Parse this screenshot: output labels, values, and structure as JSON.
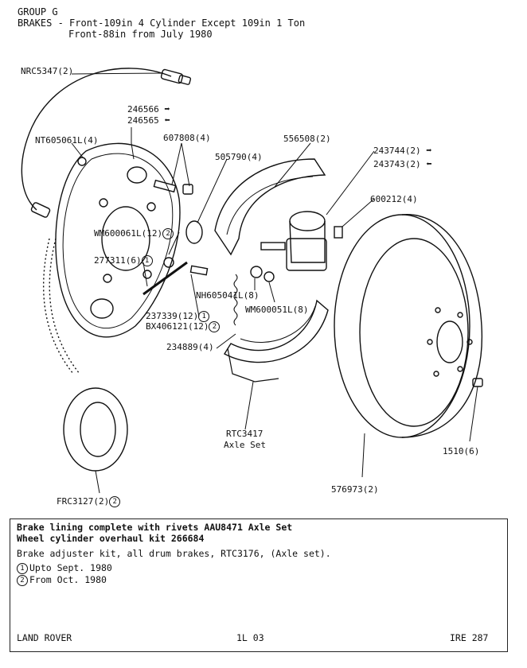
{
  "header": {
    "group": "GROUP G",
    "title_line1": "BRAKES - Front-109in 4 Cylinder Except 109in 1 Ton",
    "title_line2": "Front-88in from July 1980"
  },
  "callouts": {
    "nrc5347": "NRC5347(2)",
    "p246566": "246566",
    "p246565": "246565",
    "nt605061l": "NT605061L(4)",
    "p607808": "607808(4)",
    "p505790": "505790(4)",
    "p556508": "556508(2)",
    "p243744": "243744(2)",
    "p243743": "243743(2)",
    "p600212": "600212(4)",
    "wm600061l": "WM600061L(12)",
    "p277311": "277311(6)",
    "nh605041l": "NH605041L(8)",
    "wm600051l": "WM600051L(8)",
    "p237339": "237339(12)",
    "bx406121": "BX406121(12)",
    "p234889": "234889(4)",
    "rtc3417_a": "RTC3417",
    "rtc3417_b": "Axle Set",
    "p1510": "1510(6)",
    "p576973": "576973(2)",
    "frc3127": "FRC3127(2)"
  },
  "circled": {
    "one": "1",
    "two": "2"
  },
  "notes": {
    "line1": "Brake lining complete with rivets AAU8471 Axle Set",
    "line2": "Wheel cylinder overhaul kit 266684",
    "line3": "Brake adjuster kit, all drum brakes, RTC3176, (Axle set).",
    "line4": "Upto Sept. 1980",
    "line5": "From Oct. 1980"
  },
  "footer": {
    "left": "LAND ROVER",
    "center": "1L 03",
    "right": "IRE 287"
  }
}
